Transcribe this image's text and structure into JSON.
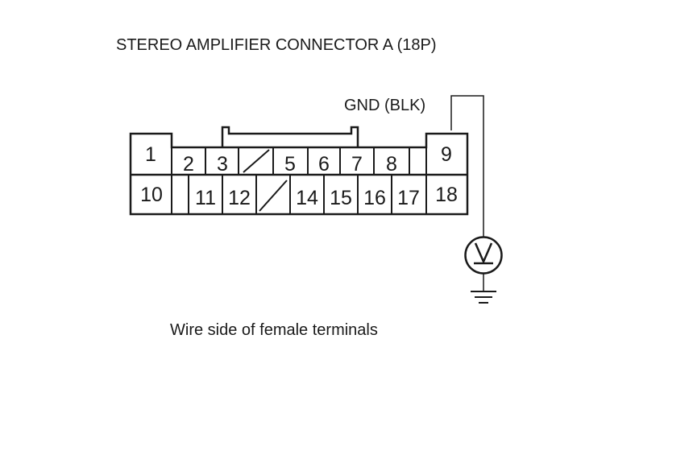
{
  "title": "STEREO AMPLIFIER CONNECTOR A (18P)",
  "caption": "Wire side of female terminals",
  "probe_label": "GND (BLK)",
  "meter_symbol": "V",
  "terminals": {
    "t1": "1",
    "t2": "2",
    "t3": "3",
    "t5": "5",
    "t6": "6",
    "t7": "7",
    "t8": "8",
    "t9": "9",
    "t10": "10",
    "t11": "11",
    "t12": "12",
    "t14": "14",
    "t15": "15",
    "t16": "16",
    "t17": "17",
    "t18": "18"
  },
  "icons": {
    "meter": "voltmeter-icon",
    "ground": "ground-icon"
  }
}
